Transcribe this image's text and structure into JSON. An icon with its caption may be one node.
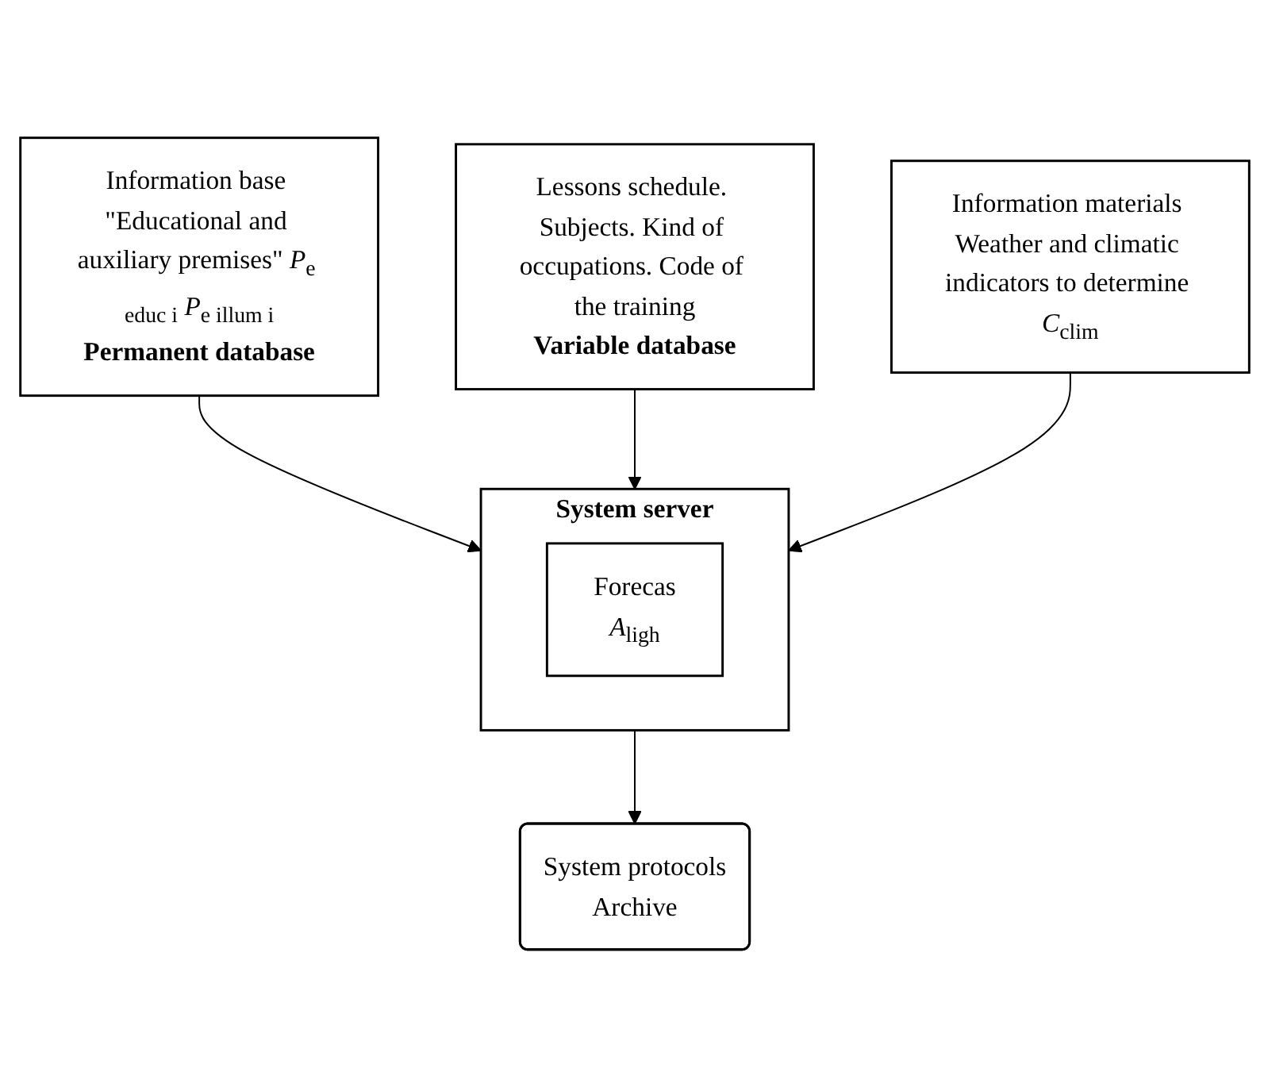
{
  "diagram": {
    "nodes": [
      {
        "text": [
          "Information base \"Educational and auxiliary premises\" *P*$_{e educ i}$ *P*$_{e illum i}$",
          "Permanent database"
        ]
      },
      {
        "text": [
          "Lessons schedule. Subjects. Kind of occupations. Code of the training",
          "Variable database"
        ]
      },
      {
        "text": [
          "System server"
        ]
      },
      {
        "text": [
          "Forecas",
          "*A*$_{ligh}$"
        ],
        "in": 2
      },
      {
        "text": [
          "Information materials Weather and climatic indicators to determine *C*$_{clim}$"
        ]
      },
      {
        "text": [
          "System protocols",
          "Archive"
        ]
      }
    ],
    "edges": [
      {
        "from": 0,
        "to": 2,
        "arrow": "to"
      },
      {
        "from": 1,
        "to": 2,
        "arrow": "to"
      },
      {
        "from": 4,
        "to": 2,
        "arrow": "to"
      },
      {
        "from": 2,
        "to": 5,
        "arrow": "to"
      }
    ]
  }
}
